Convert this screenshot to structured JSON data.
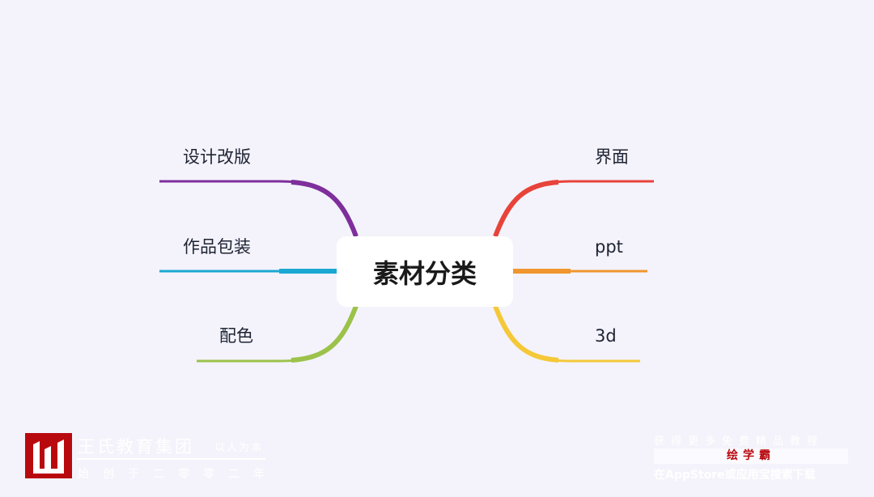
{
  "central": "素材分类",
  "branches": {
    "left": [
      "设计改版",
      "作品包装",
      "配色"
    ],
    "right": [
      "界面",
      "ppt",
      "3d"
    ]
  },
  "colors": {
    "purple": "#7e2f9c",
    "cyan": "#1ba8d3",
    "green": "#9cc24a",
    "red": "#e8433a",
    "orange": "#f0962f",
    "yellow": "#f5c838"
  },
  "watermark_left": {
    "company": "王氏教育集团",
    "motto": "以人为本",
    "founded": "始创于二零零二年"
  },
  "watermark_right": {
    "line1": "获得更多免费精品教程",
    "brand": "绘学霸",
    "line3": "在AppStore或应用宝搜索下载"
  }
}
